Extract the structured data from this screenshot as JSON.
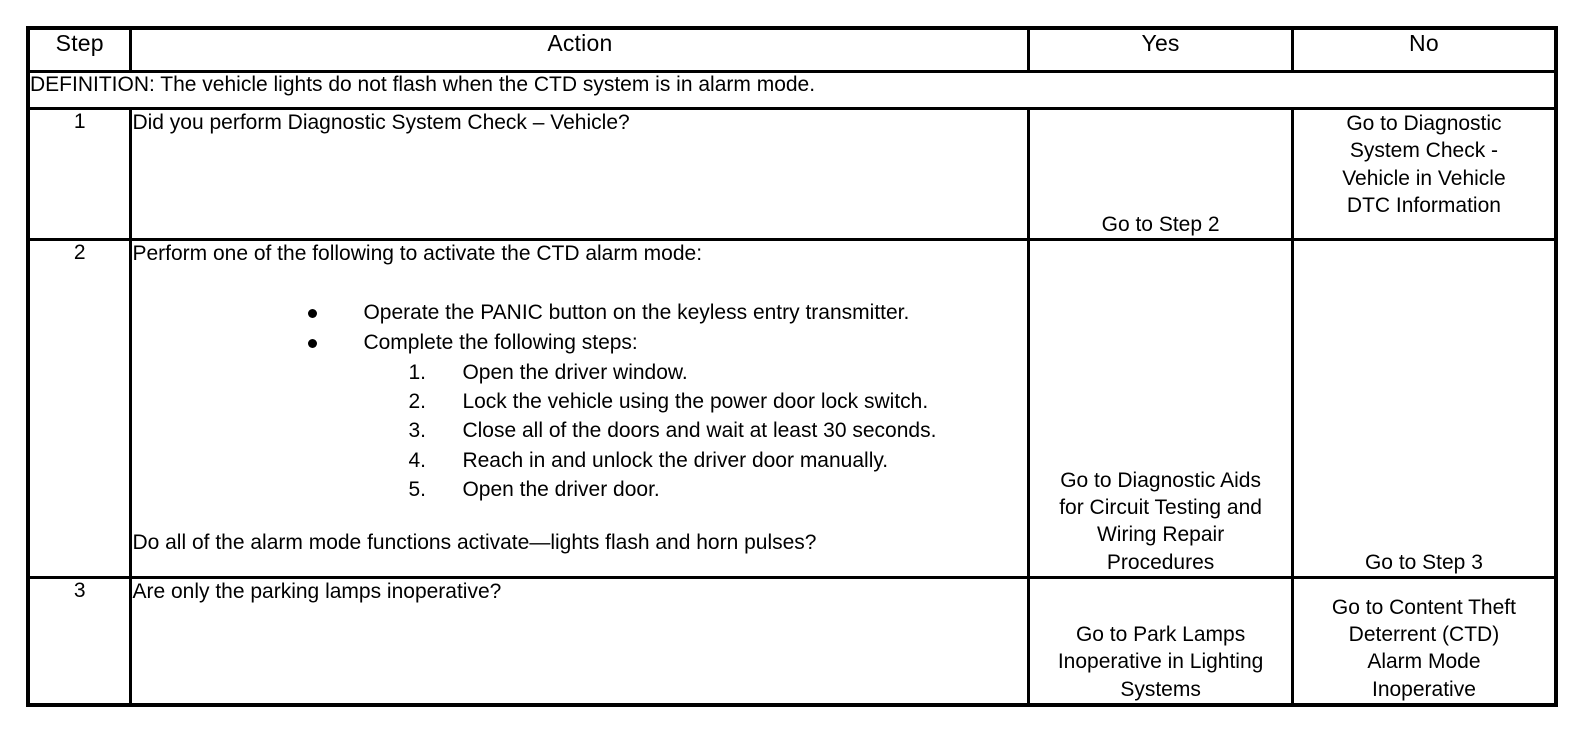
{
  "table": {
    "headers": {
      "step": "Step",
      "action": "Action",
      "yes": "Yes",
      "no": "No"
    },
    "definition": "DEFINITION: The vehicle lights do not flash when the CTD system is in alarm mode.",
    "rows": [
      {
        "step": "1",
        "action": {
          "lead": "Did you perform Diagnostic System Check – Vehicle?",
          "bullets": [],
          "substeps": [],
          "question": ""
        },
        "yes": [
          "Go to Step 2"
        ],
        "no": [
          "Go to Diagnostic",
          "System Check -",
          "Vehicle in Vehicle",
          "DTC Information"
        ]
      },
      {
        "step": "2",
        "action": {
          "lead": "Perform one of the following to activate the CTD alarm mode:",
          "bullets": [
            "Operate the PANIC button on the keyless entry transmitter.",
            "Complete the following steps:"
          ],
          "substeps": [
            {
              "num": "1.",
              "text": "Open the driver window."
            },
            {
              "num": "2.",
              "text": "Lock the vehicle using the power door lock switch."
            },
            {
              "num": "3.",
              "text": "Close all of the doors and wait at least 30 seconds."
            },
            {
              "num": "4.",
              "text": "Reach in and unlock the driver door manually."
            },
            {
              "num": "5.",
              "text": "Open the driver door."
            }
          ],
          "question": "Do all of the alarm mode functions activate—lights flash and horn pulses?"
        },
        "yes": [
          "Go to Diagnostic Aids",
          "for Circuit Testing and",
          "Wiring Repair",
          "Procedures"
        ],
        "no": [
          "Go to Step 3"
        ]
      },
      {
        "step": "3",
        "action": {
          "lead": "Are only the parking lamps inoperative?",
          "bullets": [],
          "substeps": [],
          "question": ""
        },
        "yes": [
          "Go to Park Lamps",
          "Inoperative in Lighting",
          "Systems"
        ],
        "no": [
          "Go to Content Theft",
          "Deterrent (CTD)",
          "Alarm Mode",
          "Inoperative"
        ]
      }
    ]
  },
  "colors": {
    "border": "#000000",
    "background": "#ffffff",
    "text": "#000000"
  }
}
